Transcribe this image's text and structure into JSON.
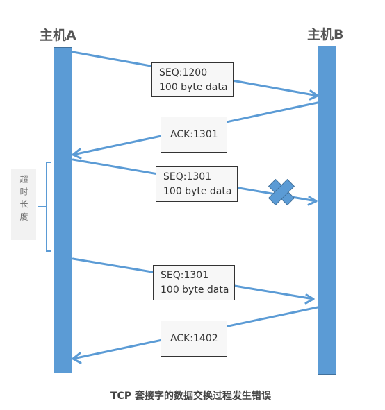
{
  "hosts": {
    "a_label": "主机A",
    "b_label": "主机B"
  },
  "messages": [
    {
      "line1": "SEQ:1200",
      "line2": "100 byte data"
    },
    {
      "line1": "ACK:1301",
      "line2": ""
    },
    {
      "line1": "SEQ:1301",
      "line2": "100 byte data"
    },
    {
      "line1": "SEQ:1301",
      "line2": "100 byte data"
    },
    {
      "line1": "ACK:1402",
      "line2": ""
    }
  ],
  "timeout_label": "超时长度",
  "caption": "TCP 套接字的数据交换过程发生错误",
  "colors": {
    "bar": "#5b9bd5",
    "arrow": "#5b9bd5",
    "lost_marker": "#5b9bd5"
  }
}
